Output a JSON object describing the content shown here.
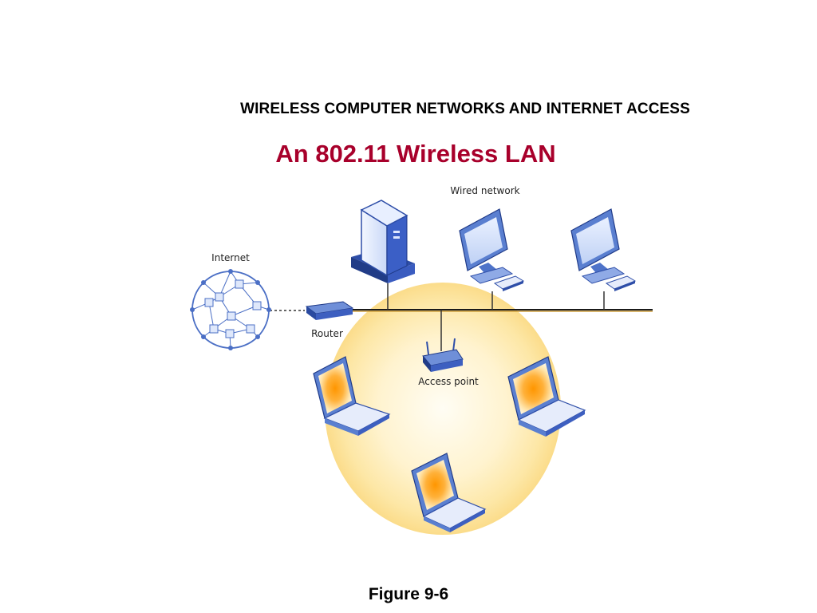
{
  "slide": {
    "header": "WIRELESS COMPUTER NETWORKS AND INTERNET ACCESS",
    "title": "An 802.11 Wireless LAN",
    "caption": "Figure 9-6"
  },
  "diagram": {
    "labels": {
      "internet": "Internet",
      "router": "Router",
      "wired_network": "Wired network",
      "access_point": "Access point"
    },
    "nodes": [
      {
        "id": "internet",
        "icon": "globe-network-icon"
      },
      {
        "id": "router",
        "icon": "router-icon"
      },
      {
        "id": "server",
        "icon": "server-tower-icon"
      },
      {
        "id": "desktop-1",
        "icon": "desktop-computer-icon"
      },
      {
        "id": "desktop-2",
        "icon": "desktop-computer-icon"
      },
      {
        "id": "access-point",
        "icon": "wireless-access-point-icon"
      },
      {
        "id": "laptop-1",
        "icon": "laptop-icon"
      },
      {
        "id": "laptop-2",
        "icon": "laptop-icon"
      },
      {
        "id": "laptop-3",
        "icon": "laptop-icon"
      }
    ],
    "connections": [
      {
        "from": "internet",
        "to": "router",
        "style": "dashed"
      },
      {
        "from": "router",
        "to": "wired-backbone",
        "style": "solid"
      },
      {
        "from": "server",
        "to": "wired-backbone",
        "style": "solid"
      },
      {
        "from": "desktop-1",
        "to": "wired-backbone",
        "style": "solid"
      },
      {
        "from": "desktop-2",
        "to": "wired-backbone",
        "style": "solid"
      },
      {
        "from": "access-point",
        "to": "wired-backbone",
        "style": "solid"
      }
    ],
    "colors": {
      "title_red": "#a8002b",
      "wireless_coverage": "#fbe49a",
      "device_blue": "#5a7fd0",
      "screen_glow": "#ff9a00",
      "backbone": "#8a6a2a"
    }
  }
}
